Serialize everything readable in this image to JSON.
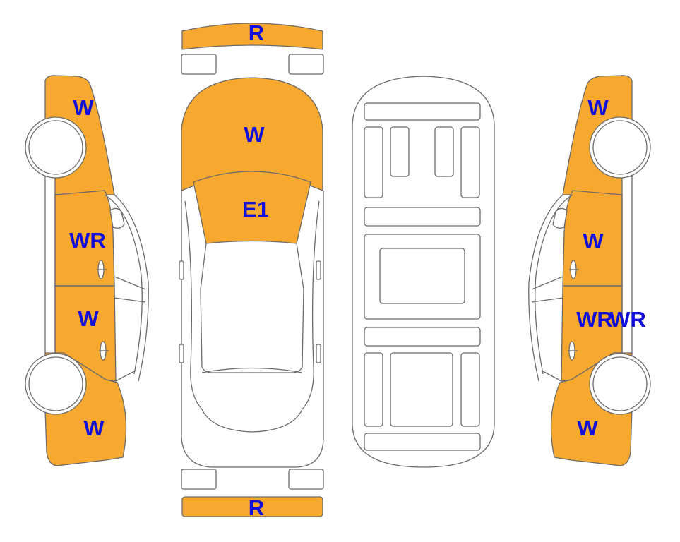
{
  "colors": {
    "damage_fill": "#F7A82E",
    "label_text": "#1010D8",
    "outline": "#6B6B6B",
    "background": "#FFFFFF"
  },
  "panels": {
    "front_bumper": "R",
    "hood": "W",
    "windshield": "E1",
    "rear_bumper": "R",
    "left_front_fender": "W",
    "left_front_door": "WR",
    "left_rear_door": "W",
    "left_rear_quarter": "W",
    "right_front_fender": "W",
    "right_front_door": "W",
    "right_rear_door": "WR",
    "right_rear_door_overflow": "WR",
    "right_rear_quarter": "W"
  }
}
